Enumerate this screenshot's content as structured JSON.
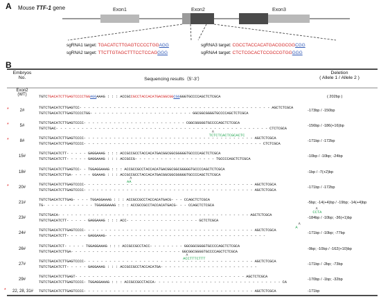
{
  "panelA": {
    "label": "A",
    "gene_prefix": "Mouse ",
    "gene_name": "TTF-1",
    "gene_suffix": " gene",
    "exons": [
      "Exon1",
      "Exon2",
      "Exon3"
    ],
    "sgrnas": [
      {
        "label": "sgRNA1 target: ",
        "seq": "TGACATCTTGAGTCCCCTGG",
        "pam": "AGG"
      },
      {
        "label": "sgRNA2 target: ",
        "seq": "TTCTTGTAGCTTTCCTCCAG",
        "pam": "GGG"
      },
      {
        "label": "sgRNA3 target: ",
        "seq": "CGCCTACCACATGACGGCGG",
        "pam": "CGG"
      },
      {
        "label": "sgRNA4 target: ",
        "seq": "CTCTCGCACTCCGCCGTGG",
        "pam": "GGG"
      }
    ]
  },
  "panelB": {
    "label": "B",
    "col_embryo": "Embryos",
    "col_embryo2": "No.",
    "col_seq": "Sequencing results（5'-3'）",
    "col_del": "Deletion",
    "col_del2": "( Allele 1 / Allele 2 )",
    "wt": {
      "label1": "Exon2",
      "label2": "(WT)",
      "seq_pre": "TGTC",
      "seq_red1": "TGACATCTTGAGTCCCCTGG",
      "seq_blue1": "AGG",
      "seq_mid": "AAAG : : : ACCGC",
      "seq_red2": "CGCCTACCACATGACGGCGG",
      "seq_blue2": "CGG",
      "seq_post": "GGGTGCCCCAGCTCTCGCA",
      "deletion": "( 202bp )"
    },
    "rows": [
      {
        "id": "2#",
        "star": "*",
        "lines": [
          "TGTCTGACATCTTGAGTCC- - - - - - - - - - - - - - - - - - - - - - - - - - - - - - - - - - - - - - - - - - - - - AGCTCTCGCA",
          "TGTCTGACATCTTGAGTCCCCTGG- - - - - - - - - - - - - - - - - - - - - - - - GGCGGCGGGGTGCCCCAGCTCTCGCA"
        ],
        "deletion": "-173bp / -150bp"
      },
      {
        "id": "5#",
        "star": "*",
        "lines": [
          "TGTCTGACATCTTGAGTCCCC- - - - - - - - - - - - - - - - - - - - - - - - CGGCGGGGGTGCCCCAGCTCTCGCA",
          "TGTCTGAC- - - - - - - - - - - - - - - - - - - - - - - - - - - - - - - - - - - - - - - - - - - - - - - - - - CTCTCGCA"
        ],
        "insert": "TCTCTCACTCGCACTC",
        "insert_col": 80,
        "deletion": "-156bp / -186(+16)bp"
      },
      {
        "id": "8#",
        "star": "*",
        "lines": [
          "TGTCTGACATCTTGAGTCCCC- - - - - - - - - - - - - - - - - - - - - - - - - - - - - - - - - - - - - - - - AGCTCTCGCA",
          "TGTCTGACATCTTGAGTCCCC- - - - - - - - - - - - - - - - - - - - - - - - - - - - - - - - - - - - - - - - - - CTCTCGCA"
        ],
        "deletion": "-171bp / -172bp"
      },
      {
        "id": "15#",
        "star": "",
        "lines": [
          "TGTCTGACATCTT- - - - - GAGGAAAG : : : ACCGCCGCCTACCACATGACGGCGGCGGGGGTGCCCCAGCTCTCGCA",
          "TGTCTGACATCTT- - - - - GAGGAAAG : : : ACCGCCG- - - - - - - - - - - - - - - - - - - TGCCCCAGCTCTCGCA"
        ],
        "deletion": "-10bp / -10bp; -24bp"
      },
      {
        "id": "18#",
        "star": "",
        "lines": [
          "TGTCTGACATCTTGAGTCC- - TGGAGGAAAG : : : ACCGCCGCCTACCACATGACGGCGGCGGGGGTGCCCCAGCTCTCGCA",
          "TGTCTGACATCTTGA- - - - - GGAAAG : : : ACCGCCGCCTACCACATGACGGCGGCGGGGGTGCCCCAGCTCTCGCA"
        ],
        "insert": "AA",
        "insert_col": 42,
        "deletion": "-1bp / -7(+2)bp"
      },
      {
        "id": "20#",
        "star": "*",
        "lines": [
          "TGTCTGACATCTTGAGTCCCC- - - - - - - - - - - - - - - - - - - - - - - - - - - - - - - - - - - - - - - - AGCTCTCGCA",
          "TGTCTGACATCTTGAGTCCCC- - - - - - - - - - - - - - - - - - - - - - - - - - - - - - - - - - - - - - - - AGCTCTCGCA"
        ],
        "deletion": "-171bp / -172bp"
      },
      {
        "id": "21#",
        "star": "",
        "lines": [
          "TGTCTGACATCTTGAG- - - - TGGAGGAAAG : : : ACCGCCGCCTACCACATGACG- - - CCAGCTCTCGCA",
          "TG- - - - - - - - - - - - TGGAGGAAAG : : : ACCGCCGCCTACCACATGACG- - - CCAGCTCTCGCA"
        ],
        "insert": "CCTA",
        "insert_col": 128,
        "deletion": "-5bp; -14(+4)bp / -19bp; -14(+4)bp"
      },
      {
        "id": "23#",
        "star": "",
        "lines": [
          "TGTCTGACA- - - - - - - - - - - - - - - - - - - - - - - - - - - - - - - - - - - - - - - - - - - - - AGCTCTCGCA",
          "TGTCTGACATCTT- - - - - GAGGAAAG : : : ACC- - - - - - - - - - - - - - - - - GCTCTCGCA"
        ],
        "insert": "A",
        "insert_col": 120,
        "deletion": "-184bp / -10bp; -36(+1)bp"
      },
      {
        "id": "24#",
        "star": "",
        "lines": [
          "TGTCTGACATCTTGAGTCCCC- - - - - - - - - - - - - - - - - - - - - - - - - - - - - - - - - - - - - - - - AGCTCTCGCA",
          "TGTCTGACATCTT- - - - - GAGGAAAG- - - - - - - - - - - - - - - - - - - - - - - - - - - - - - - - - - - - - - "
        ],
        "deletion": "-171bp / -10bp; -77bp"
      },
      {
        "id": "26#",
        "star": "",
        "lines": [
          "TGTCTGACATCT- - - - - TGGAGGAAAG : : : ACCGCCGCCTACC- - - - - - - - GGCGGCGGGGTGCCCCAGCTCTCGCA",
          "TGTCTGACATCTTGA- - - - - - - - - - - - - - - - - - - - - - - - - - GGCGGCGGGGTGCCCCAGCTCTCGCA"
        ],
        "insert": "ACCTTTCTTT",
        "insert_col": 68,
        "deletion": "-9bp; -10bp / -162(+10)bp"
      },
      {
        "id": "27#",
        "star": "",
        "lines": [
          "TGTCTGACATCTTGAGTCCCC- - - - - - - - - - - - - - - - - - - - - - - - - - - - - - - - - - - - - - - - AGCTCTCGCA",
          "TGTCTGACATCTT- - - - - GAGGAAAG : : : ACCGCCGCCTACCACATGA- - - - - - - - - - - - - - - - - - - - - - - "
        ],
        "deletion": "-171bp / -2bp; -73bp"
      },
      {
        "id": "29#",
        "star": "",
        "lines": [
          "TGTCTGACATCTTGAGT- - - - - - - - - - - - - - - - - - - - - - - - - - - - - - - - - - - - - - - - AGCTCTCGCA",
          "TGTCTGACATCTTGAGTCCCC- TGGAGGAAAG : : : ACCGCCGCCTACCA- - - - - - - - - - - - - - - - - - - - - - - - - - - - - - CA"
        ],
        "deletion": "-170bp / -1bp; -32bp"
      },
      {
        "id": "22, 28, 31#",
        "star": "*",
        "lines": [
          "TGTCTGACATCTTGAGTCCCC- - - - - - - - - - - - - - - - - - - - - - - - - - - - - - - - - - - - - - - - AGCTCTCGCA"
        ],
        "deletion": "-171bp"
      }
    ]
  },
  "colors": {
    "red": "#d21e1e",
    "blue": "#2d57b5",
    "green": "#1aa34a",
    "exon_light": "#b9b9b9",
    "exon_dark": "#4a4a4a"
  }
}
